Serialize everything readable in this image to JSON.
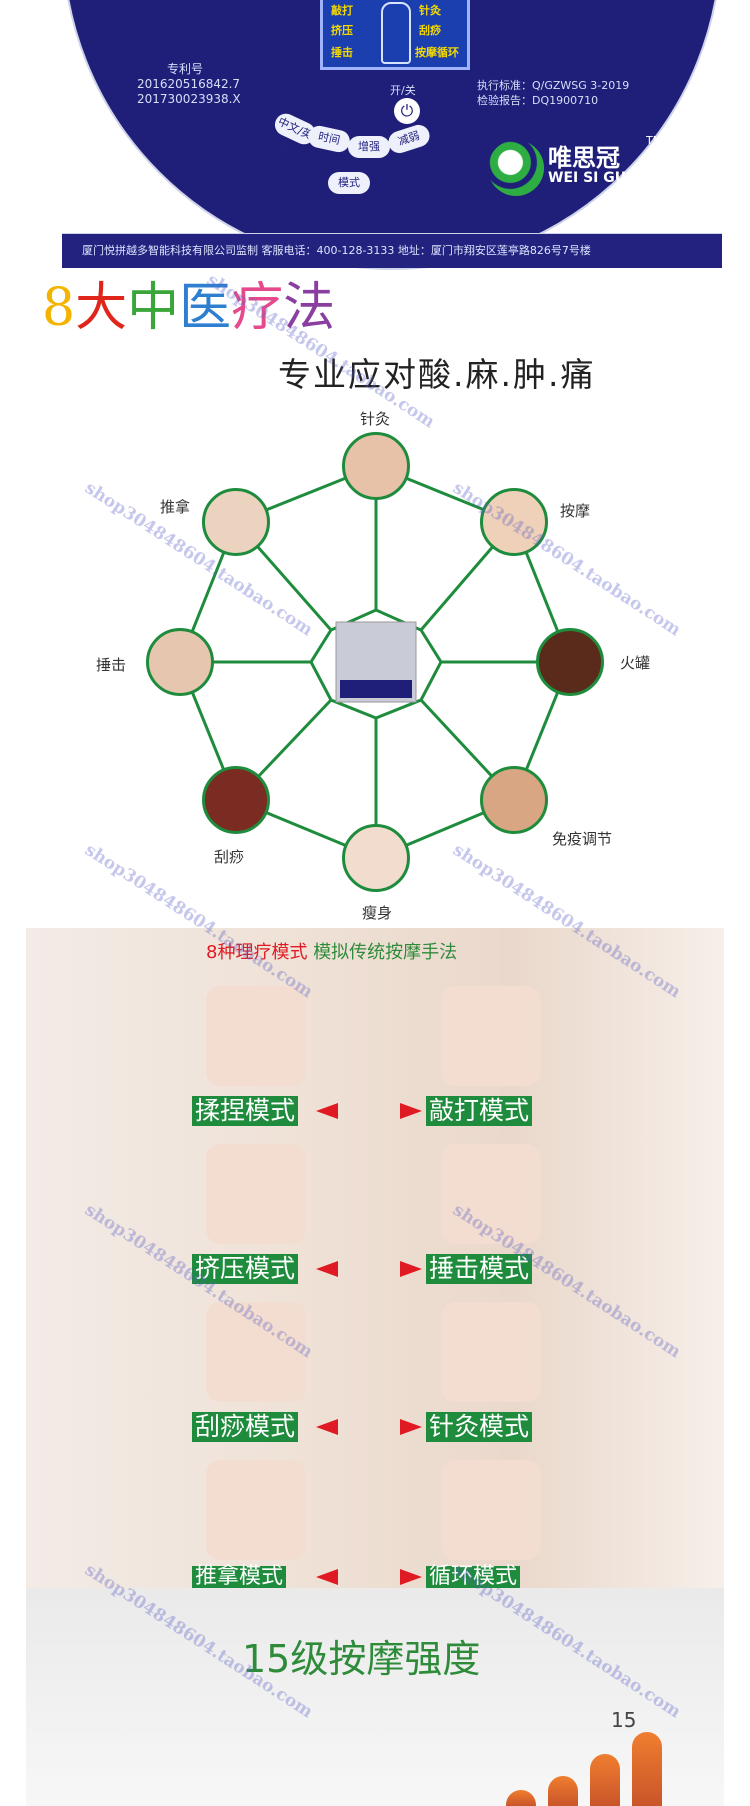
{
  "device": {
    "lcd_keys": [
      "敲打",
      "针灸",
      "挤压",
      "刮痧",
      "捶击",
      "按摩循环"
    ],
    "patent_label": "专利号",
    "patent_1": "201620516842.7",
    "patent_2": "201730023938.X",
    "standard": "执行标准：Q/GZWSG 3-2019",
    "report": "检验报告：DQ1900710",
    "power_label": "开/关",
    "buttons": [
      "中文/英文",
      "时间",
      "增强",
      "减弱",
      "模式"
    ],
    "brand_cn": "唯思冠",
    "brand_en": "WEI SI GUAN",
    "tm": "TM",
    "footer": "厦门悦拼越多智能科技有限公司监制  客服电话：400-128-3133  地址：厦门市翔安区莲亭路826号7号楼"
  },
  "therapy": {
    "title_chars": [
      "8",
      "大",
      "中",
      "医",
      "疗",
      "法"
    ],
    "title_colors": [
      "#f2b400",
      "#e0261b",
      "#3aa63a",
      "#2f7fd1",
      "#e64a8c",
      "#8a3fa0"
    ],
    "subtitle": "专业应对酸.麻.肿.痛",
    "nodes": [
      "针灸",
      "按摩",
      "火罐",
      "免疫调节",
      "瘦身",
      "刮痧",
      "捶击",
      "推拿"
    ]
  },
  "modes": {
    "heading_red": "8种理疗模式",
    "heading_green": "模拟传统按摩手法",
    "left": [
      "揉捏模式",
      "挤压模式",
      "刮痧模式",
      "推拿模式"
    ],
    "right": [
      "敲打模式",
      "捶击模式",
      "针灸模式",
      "循环模式"
    ]
  },
  "intensity": {
    "title": "15级按摩强度",
    "level": "15"
  },
  "watermark": "shop304848604.taobao.com"
}
